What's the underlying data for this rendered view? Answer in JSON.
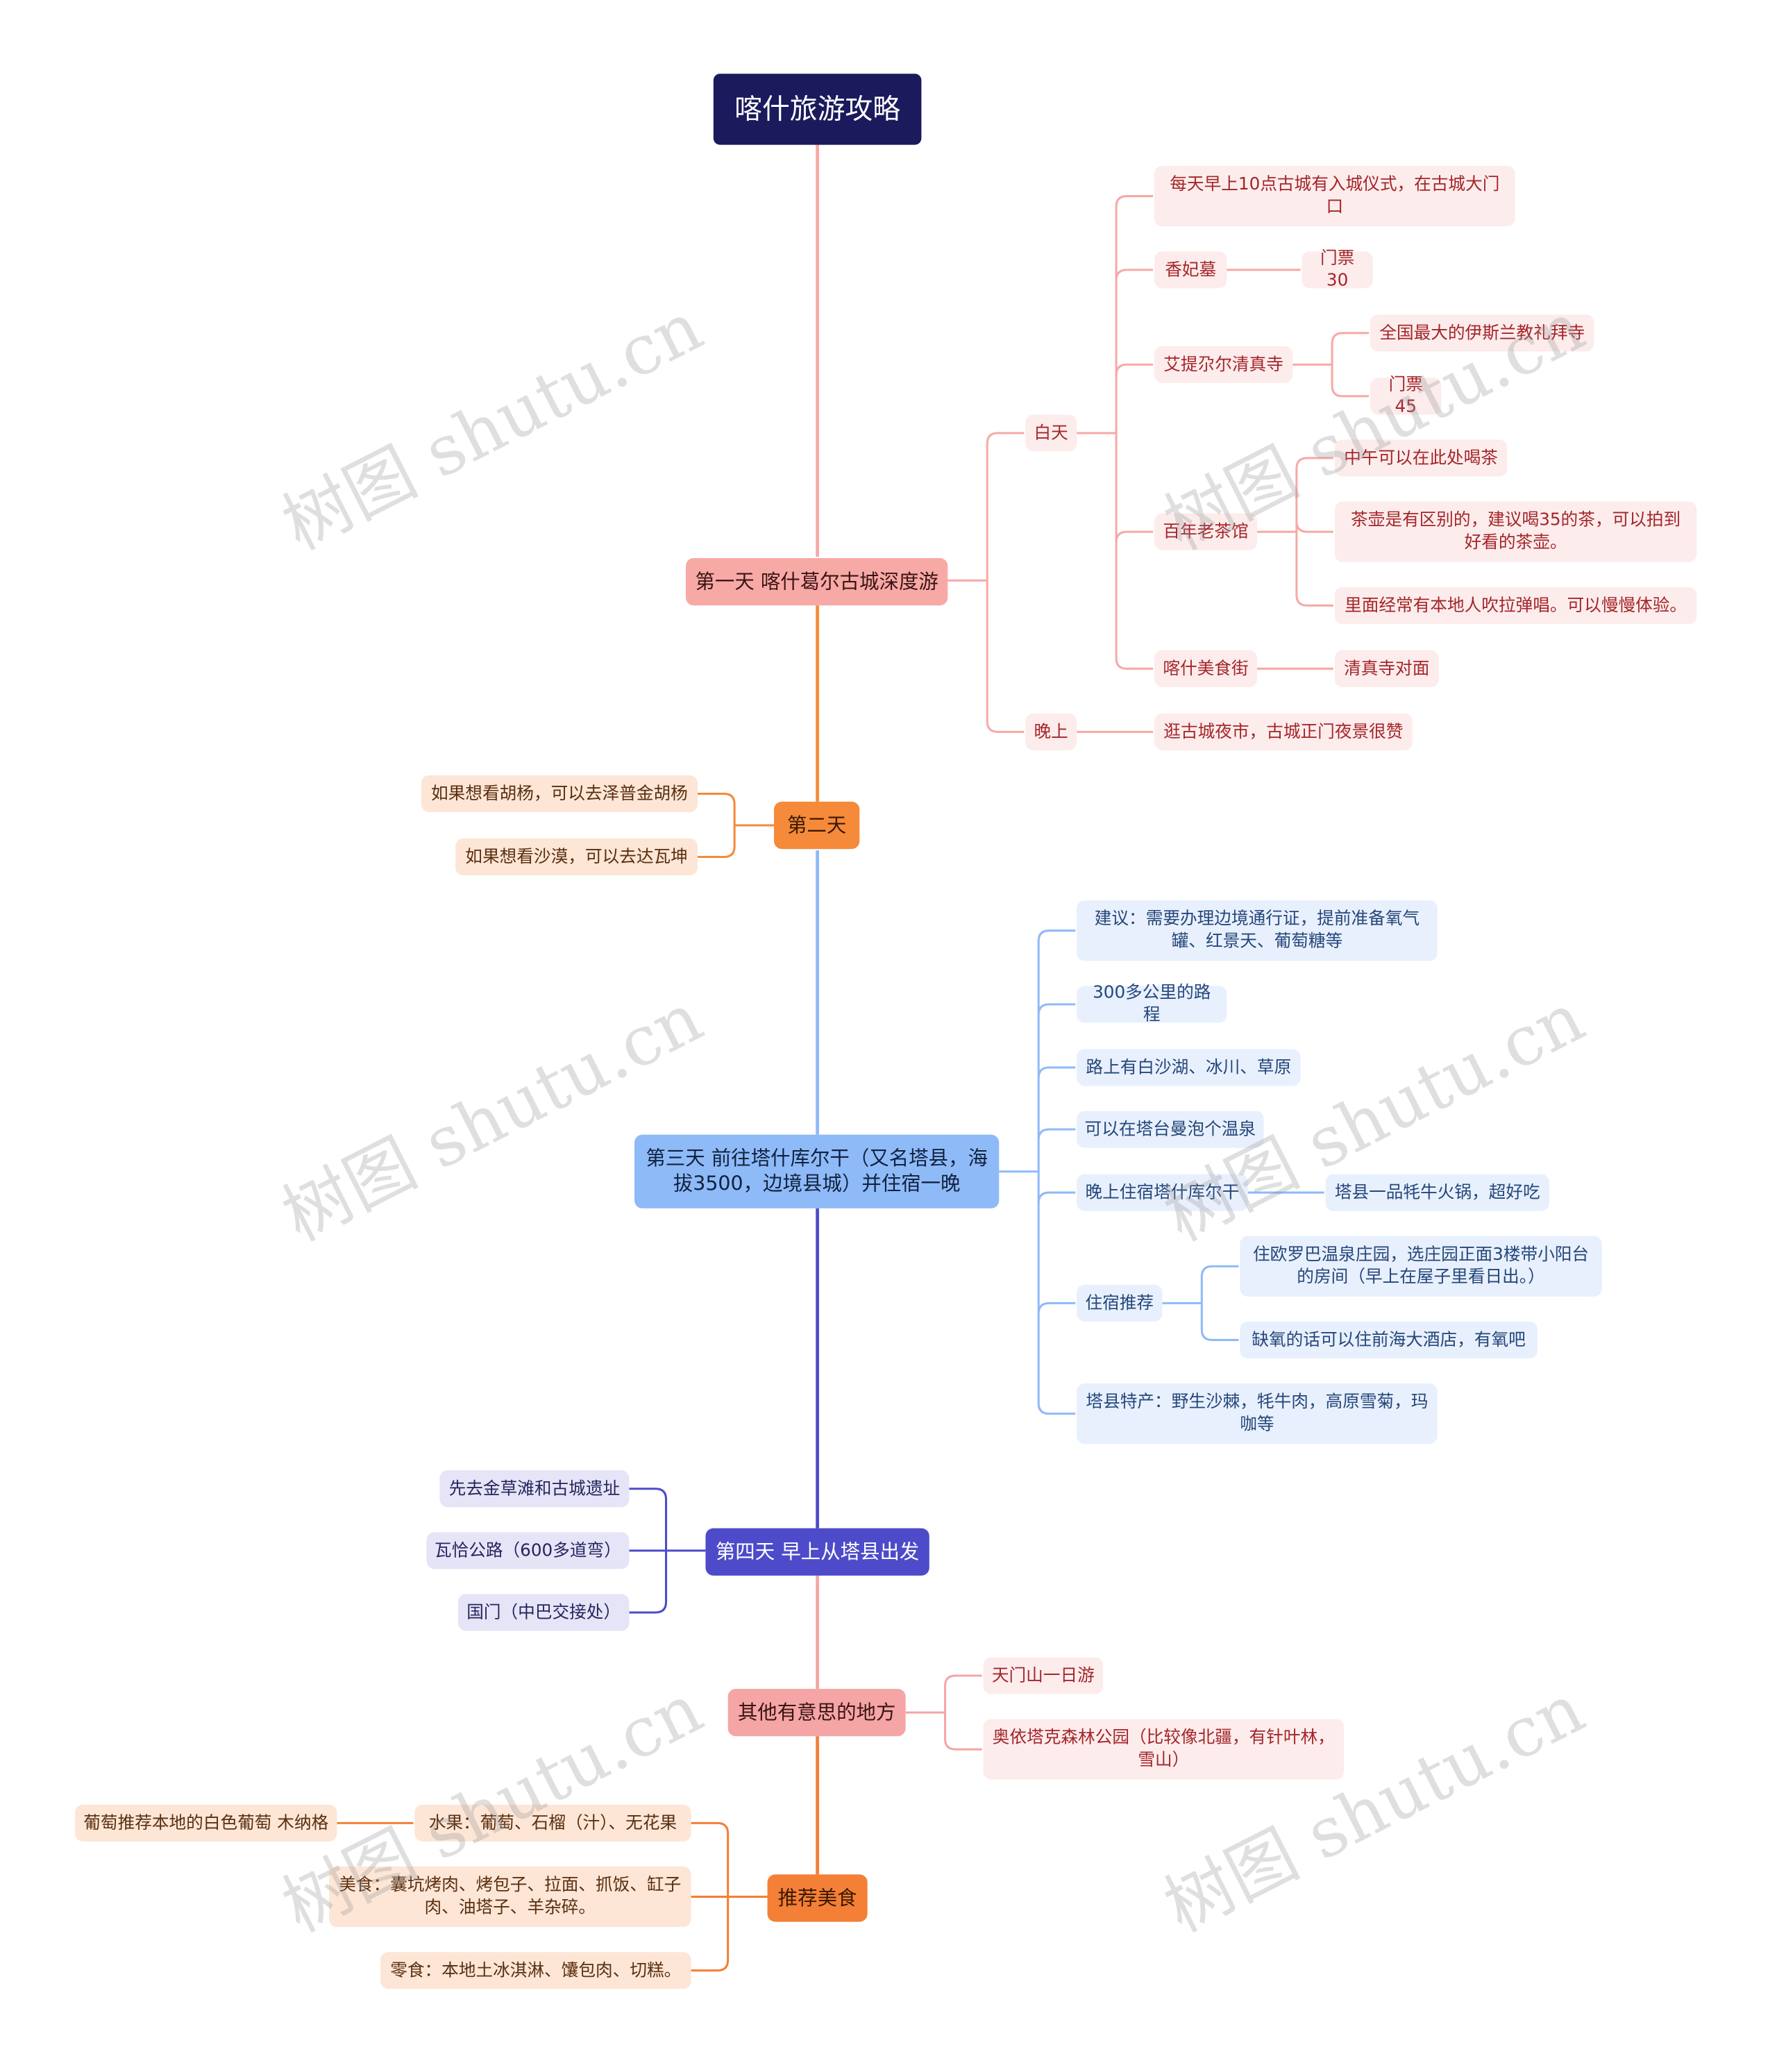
{
  "root": {
    "label": "喀什旅游攻略"
  },
  "branches": {
    "day1": {
      "label": "第一天 喀什葛尔古城深度游",
      "daytime": {
        "label": "白天",
        "gate": "每天早上10点古城有入城仪式，在古城大门口",
        "xiangfei": {
          "label": "香妃墓",
          "ticket": "门票30"
        },
        "idkah": {
          "label": "艾提尕尔清真寺",
          "largest": "全国最大的伊斯兰教礼拜寺",
          "ticket": "门票45"
        },
        "teahouse": {
          "label": "百年老茶馆",
          "noon": "中午可以在此处喝茶",
          "pot": "茶壶是有区别的，建议喝35的茶，可以拍到好看的茶壶。",
          "music": "里面经常有本地人吹拉弹唱。可以慢慢体验。"
        },
        "foodstreet": {
          "label": "喀什美食街",
          "location": "清真寺对面"
        }
      },
      "evening": {
        "label": "晚上",
        "market": "逛古城夜市，古城正门夜景很赞"
      }
    },
    "day2": {
      "label": "第二天",
      "poplar": "如果想看胡杨，可以去泽普金胡杨",
      "desert": "如果想看沙漠，可以去达瓦坤"
    },
    "day3": {
      "label": "第三天 前往塔什库尔干（又名塔县，海拔3500，边境县城）并住宿一晚",
      "advice": "建议：需要办理边境通行证，提前准备氧气罐、红景天、葡萄糖等",
      "distance": "300多公里的路程",
      "scenery": "路上有白沙湖、冰川、草原",
      "hotspring": "可以在塔台曼泡个温泉",
      "stay": {
        "label": "晚上住宿塔什库尔干",
        "hotpot": "塔县一品牦牛火锅，超好吃"
      },
      "lodging": {
        "label": "住宿推荐",
        "europe": "住欧罗巴温泉庄园，选庄园正面3楼带小阳台的房间（早上在屋子里看日出。）",
        "hotel": "缺氧的话可以住前海大酒店，有氧吧"
      },
      "specialty": "塔县特产：野生沙棘，牦牛肉，高原雪菊，玛咖等"
    },
    "day4": {
      "label": "第四天 早上从塔县出发",
      "grassland": "先去金草滩和古城遗址",
      "road": "瓦恰公路（600多道弯）",
      "border": "国门（中巴交接处）"
    },
    "other": {
      "label": "其他有意思的地方",
      "tianmen": "天门山一日游",
      "forest": "奥依塔克森林公园（比较像北疆，有针叶林，雪山）"
    },
    "food": {
      "label": "推荐美食",
      "fruit": "水果：葡萄、石榴（汁）、无花果",
      "grape": "葡萄推荐本地的白色葡萄 木纳格",
      "dishes": "美食：囊坑烤肉、烤包子、拉面、抓饭、缸子肉、油塔子、羊杂碎。",
      "snacks": "零食：本地土冰淇淋、馕包肉、切糕。"
    }
  },
  "colors": {
    "root": "#1a1a5c",
    "day1": "#f7a9a6",
    "day2": "#f58a3a",
    "day3": "#8fbaf8",
    "day4": "#4d4bc9",
    "other": "#f5a5a5",
    "food": "#f47f36"
  },
  "watermark": "树图 shutu.cn"
}
